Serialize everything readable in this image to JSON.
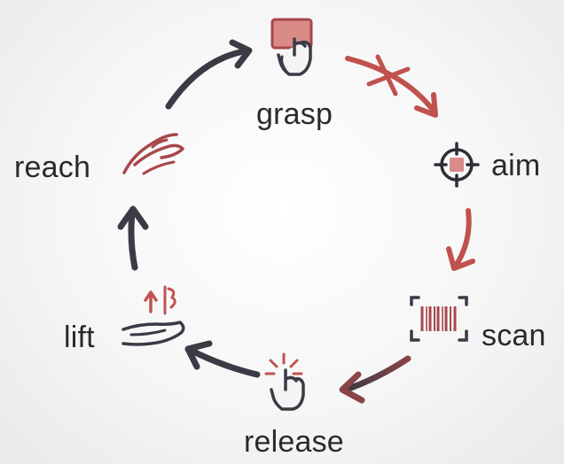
{
  "diagram": {
    "steps": [
      {
        "id": "grasp",
        "label": "grasp",
        "icon": "hand-pressing-card-icon"
      },
      {
        "id": "aim",
        "label": "aim",
        "icon": "crosshair-target-icon"
      },
      {
        "id": "scan",
        "label": "scan",
        "icon": "barcode-scan-icon"
      },
      {
        "id": "release",
        "label": "release",
        "icon": "hand-tap-release-icon"
      },
      {
        "id": "lift",
        "label": "lift",
        "icon": "open-hand-lift-icon"
      },
      {
        "id": "reach",
        "label": "reach",
        "icon": "reaching-hand-icon"
      }
    ],
    "cycle_direction": "clockwise",
    "colors": {
      "dark": "#3b3a45",
      "accent": "#c0524e",
      "accent_fill": "#d98b87",
      "text": "#2a2a2e"
    }
  }
}
